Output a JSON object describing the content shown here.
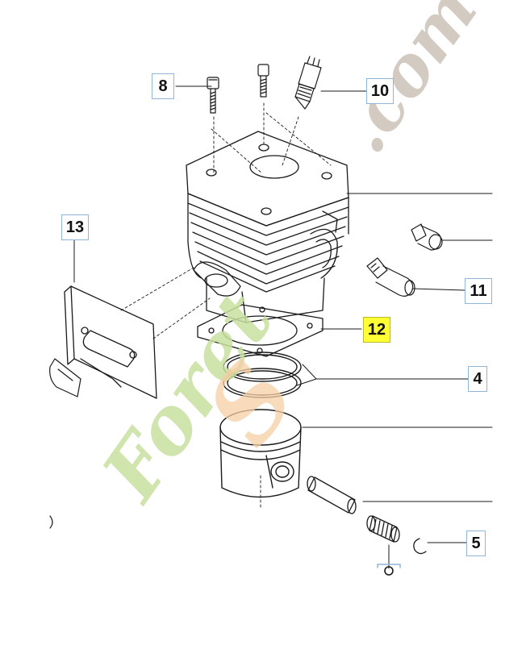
{
  "diagram": {
    "callouts": [
      {
        "id": "c8",
        "label": "8"
      },
      {
        "id": "c10",
        "label": "10"
      },
      {
        "id": "c13",
        "label": "13"
      },
      {
        "id": "c11",
        "label": "11"
      },
      {
        "id": "c12",
        "label": "12",
        "highlighted": true
      },
      {
        "id": "c4",
        "label": "4"
      },
      {
        "id": "c5",
        "label": "5"
      }
    ],
    "highlight_color": "#ffff33",
    "watermark": {
      "brand_text": "Foret",
      "domain_text": ".com",
      "colors": {
        "green": "#c8e0a0",
        "orange": "#f5cfa3",
        "gray": "#cfc6bc"
      }
    }
  }
}
